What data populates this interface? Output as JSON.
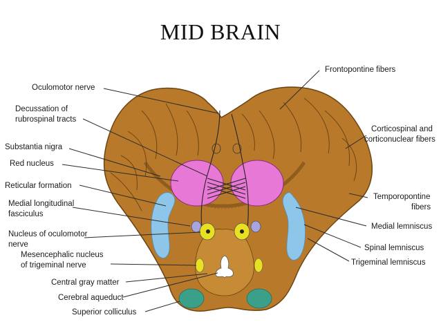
{
  "title": "MID BRAIN",
  "colors": {
    "midbrain_body": "#b87a2a",
    "red_nucleus": "#e878d6",
    "lemniscus": "#8ec6ea",
    "oculomotor_nucleus": "#e8e020",
    "superior_colliculus": "#3aa08a",
    "mlf": "#a8a4e0",
    "aqueduct": "#ffffff"
  },
  "labels": {
    "frontopontine": "Frontopontine fibers",
    "oculomotor_nerve": "Oculomotor nerve",
    "decussation_1": "Decussation of",
    "decussation_2": "rubrospinal tracts",
    "corticospinal_1": "Corticospinal and",
    "corticospinal_2": "corticonuclear fibers",
    "substantia_nigra": "Substantia nigra",
    "red_nucleus": "Red nucleus",
    "reticular_formation": "Reticular formation",
    "temporopontine_1": "Temporopontine",
    "temporopontine_2": "fibers",
    "mlf_1": "Medial longitudinal",
    "mlf_2": "fasciculus",
    "medial_lemniscus": "Medial lemniscus",
    "nucleus_oculomotor_1": "Nucleus of oculomotor",
    "nucleus_oculomotor_2": "nerve",
    "spinal_lemniscus": "Spinal lemniscus",
    "mesencephalic_1": "Mesencephalic nucleus",
    "mesencephalic_2": "of trigeminal nerve",
    "trigeminal_lemniscus": "Trigeminal lemniscus",
    "central_gray": "Central gray matter",
    "cerebral_aqueduct": "Cerebral aqueduct",
    "superior_colliculus": "Superior colliculus"
  }
}
